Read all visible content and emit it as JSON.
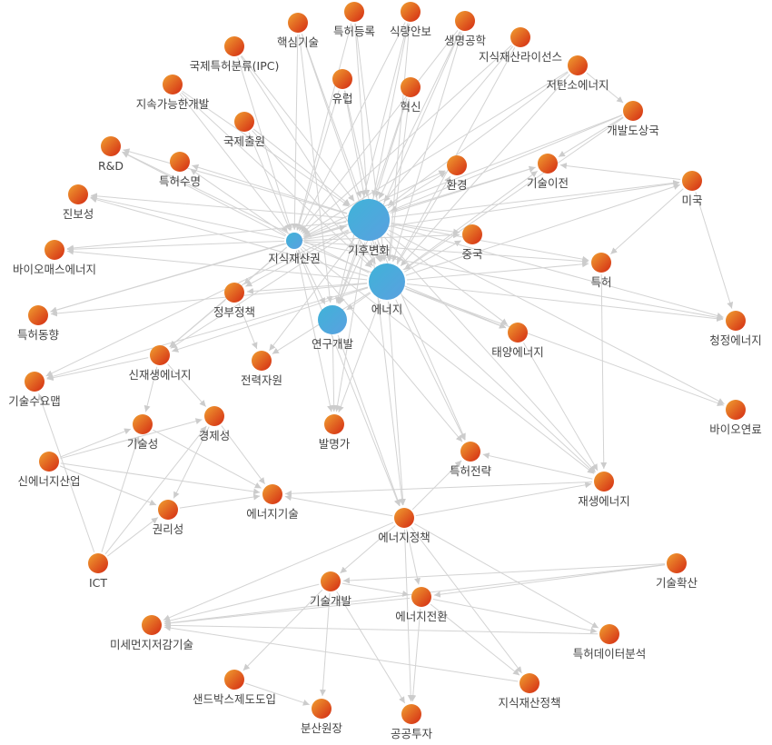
{
  "colors": {
    "node_gradient_start": "#f0a030",
    "node_gradient_end": "#d42a14",
    "hub_gradient_start": "#3fb3d8",
    "hub_gradient_end": "#5aa0e0",
    "edge": "#d3d3d3",
    "label": "#444444"
  },
  "nodes": [
    {
      "id": "climate",
      "label": "기후변화",
      "kind": "hub"
    },
    {
      "id": "ip",
      "label": "지식재산권",
      "kind": "hub"
    },
    {
      "id": "energy",
      "label": "에너지",
      "kind": "hub"
    },
    {
      "id": "rnd_research",
      "label": "연구개발",
      "kind": "hub"
    },
    {
      "id": "core_tech",
      "label": "핵심기술",
      "kind": "node"
    },
    {
      "id": "patent_reg",
      "label": "특허등록",
      "kind": "node"
    },
    {
      "id": "food_sec",
      "label": "식량안보",
      "kind": "node"
    },
    {
      "id": "biotech",
      "label": "생명공학",
      "kind": "node"
    },
    {
      "id": "ip_license",
      "label": "지식재산라이선스",
      "kind": "node"
    },
    {
      "id": "ipc",
      "label": "국제특허분류(IPC)",
      "kind": "node"
    },
    {
      "id": "low_carbon",
      "label": "저탄소에너지",
      "kind": "node"
    },
    {
      "id": "europe",
      "label": "유럽",
      "kind": "node"
    },
    {
      "id": "innovation",
      "label": "혁신",
      "kind": "node"
    },
    {
      "id": "sustainable",
      "label": "지속가능한개발",
      "kind": "node"
    },
    {
      "id": "developing",
      "label": "개발도상국",
      "kind": "node"
    },
    {
      "id": "intl_filing",
      "label": "국제출원",
      "kind": "node"
    },
    {
      "id": "rnd",
      "label": "R&D",
      "kind": "node"
    },
    {
      "id": "patent_name",
      "label": "특허수명",
      "kind": "node"
    },
    {
      "id": "environment",
      "label": "환경",
      "kind": "node"
    },
    {
      "id": "tech_transfer",
      "label": "기술이전",
      "kind": "node"
    },
    {
      "id": "usa",
      "label": "미국",
      "kind": "node"
    },
    {
      "id": "progress",
      "label": "진보성",
      "kind": "node"
    },
    {
      "id": "china",
      "label": "중국",
      "kind": "node"
    },
    {
      "id": "biomass",
      "label": "바이오매스에너지",
      "kind": "node"
    },
    {
      "id": "patent",
      "label": "특허",
      "kind": "node"
    },
    {
      "id": "gov_policy",
      "label": "정부정책",
      "kind": "node"
    },
    {
      "id": "clean_energy",
      "label": "청정에너지",
      "kind": "node"
    },
    {
      "id": "patent_trend",
      "label": "특허동향",
      "kind": "node"
    },
    {
      "id": "solar",
      "label": "태양에너지",
      "kind": "node"
    },
    {
      "id": "new_renew",
      "label": "신재생에너지",
      "kind": "node"
    },
    {
      "id": "power_res",
      "label": "전력자원",
      "kind": "node"
    },
    {
      "id": "tech_map",
      "label": "기술수요맵",
      "kind": "node"
    },
    {
      "id": "bio_fuel",
      "label": "바이오연료",
      "kind": "node"
    },
    {
      "id": "inventor",
      "label": "발명가",
      "kind": "node"
    },
    {
      "id": "technicality",
      "label": "기술성",
      "kind": "node"
    },
    {
      "id": "economy",
      "label": "경제성",
      "kind": "node"
    },
    {
      "id": "patent_strategy",
      "label": "특허전략",
      "kind": "node"
    },
    {
      "id": "new_energy_ind",
      "label": "신에너지산업",
      "kind": "node"
    },
    {
      "id": "renewable",
      "label": "재생에너지",
      "kind": "node"
    },
    {
      "id": "energy_tech",
      "label": "에너지기술",
      "kind": "node"
    },
    {
      "id": "rights",
      "label": "권리성",
      "kind": "node"
    },
    {
      "id": "energy_policy",
      "label": "에너지정책",
      "kind": "node"
    },
    {
      "id": "ict",
      "label": "ICT",
      "kind": "node"
    },
    {
      "id": "tech_spread",
      "label": "기술확산",
      "kind": "node"
    },
    {
      "id": "tech_dev",
      "label": "기술개발",
      "kind": "node"
    },
    {
      "id": "energy_trans",
      "label": "에너지전환",
      "kind": "node"
    },
    {
      "id": "fine_dust",
      "label": "미세먼지저감기술",
      "kind": "node"
    },
    {
      "id": "patent_data",
      "label": "특허데이터분석",
      "kind": "node"
    },
    {
      "id": "sandbox",
      "label": "샌드박스제도도입",
      "kind": "node"
    },
    {
      "id": "ip_policy",
      "label": "지식재산정책",
      "kind": "node"
    },
    {
      "id": "distributed",
      "label": "분산원장",
      "kind": "node"
    },
    {
      "id": "public_inv",
      "label": "공공투자",
      "kind": "node"
    }
  ],
  "edges": [
    [
      "core_tech",
      "climate"
    ],
    [
      "core_tech",
      "ip"
    ],
    [
      "core_tech",
      "energy"
    ],
    [
      "core_tech",
      "rnd_research"
    ],
    [
      "patent_reg",
      "climate"
    ],
    [
      "patent_reg",
      "ip"
    ],
    [
      "patent_reg",
      "energy"
    ],
    [
      "food_sec",
      "climate"
    ],
    [
      "food_sec",
      "ip"
    ],
    [
      "food_sec",
      "energy"
    ],
    [
      "food_sec",
      "rnd_research"
    ],
    [
      "biotech",
      "climate"
    ],
    [
      "biotech",
      "energy"
    ],
    [
      "biotech",
      "rnd_research"
    ],
    [
      "biotech",
      "ip"
    ],
    [
      "ip_license",
      "climate"
    ],
    [
      "ip_license",
      "energy"
    ],
    [
      "ip_license",
      "ip"
    ],
    [
      "ipc",
      "climate"
    ],
    [
      "ipc",
      "ip"
    ],
    [
      "ipc",
      "energy"
    ],
    [
      "low_carbon",
      "climate"
    ],
    [
      "low_carbon",
      "energy"
    ],
    [
      "low_carbon",
      "ip"
    ],
    [
      "europe",
      "climate"
    ],
    [
      "europe",
      "energy"
    ],
    [
      "europe",
      "ip"
    ],
    [
      "innovation",
      "climate"
    ],
    [
      "innovation",
      "energy"
    ],
    [
      "innovation",
      "rnd_research"
    ],
    [
      "sustainable",
      "climate"
    ],
    [
      "sustainable",
      "ip"
    ],
    [
      "sustainable",
      "energy"
    ],
    [
      "developing",
      "climate"
    ],
    [
      "developing",
      "energy"
    ],
    [
      "developing",
      "ip"
    ],
    [
      "intl_filing",
      "climate"
    ],
    [
      "intl_filing",
      "ip"
    ],
    [
      "intl_filing",
      "energy"
    ],
    [
      "climate",
      "rnd"
    ],
    [
      "ip",
      "rnd"
    ],
    [
      "energy",
      "rnd"
    ],
    [
      "climate",
      "patent_name"
    ],
    [
      "ip",
      "patent_name"
    ],
    [
      "climate",
      "environment"
    ],
    [
      "energy",
      "environment"
    ],
    [
      "ip",
      "environment"
    ],
    [
      "climate",
      "tech_transfer"
    ],
    [
      "energy",
      "tech_transfer"
    ],
    [
      "ip",
      "tech_transfer"
    ],
    [
      "climate",
      "usa"
    ],
    [
      "energy",
      "usa"
    ],
    [
      "ip",
      "usa"
    ],
    [
      "climate",
      "progress"
    ],
    [
      "ip",
      "progress"
    ],
    [
      "energy",
      "progress"
    ],
    [
      "climate",
      "china"
    ],
    [
      "energy",
      "china"
    ],
    [
      "ip",
      "china"
    ],
    [
      "climate",
      "biomass"
    ],
    [
      "energy",
      "biomass"
    ],
    [
      "ip",
      "biomass"
    ],
    [
      "climate",
      "patent"
    ],
    [
      "energy",
      "patent"
    ],
    [
      "ip",
      "patent"
    ],
    [
      "climate",
      "gov_policy"
    ],
    [
      "energy",
      "gov_policy"
    ],
    [
      "ip",
      "gov_policy"
    ],
    [
      "climate",
      "clean_energy"
    ],
    [
      "energy",
      "clean_energy"
    ],
    [
      "ip",
      "clean_energy"
    ],
    [
      "climate",
      "patent_trend"
    ],
    [
      "energy",
      "patent_trend"
    ],
    [
      "ip",
      "patent_trend"
    ],
    [
      "climate",
      "solar"
    ],
    [
      "energy",
      "solar"
    ],
    [
      "ip",
      "solar"
    ],
    [
      "climate",
      "new_renew"
    ],
    [
      "energy",
      "new_renew"
    ],
    [
      "ip",
      "new_renew"
    ],
    [
      "climate",
      "power_res"
    ],
    [
      "energy",
      "power_res"
    ],
    [
      "climate",
      "tech_map"
    ],
    [
      "energy",
      "tech_map"
    ],
    [
      "climate",
      "bio_fuel"
    ],
    [
      "energy",
      "bio_fuel"
    ],
    [
      "climate",
      "inventor"
    ],
    [
      "energy",
      "inventor"
    ],
    [
      "ip",
      "inventor"
    ],
    [
      "rnd_research",
      "inventor"
    ],
    [
      "climate",
      "patent_strategy"
    ],
    [
      "energy",
      "patent_strategy"
    ],
    [
      "ip",
      "patent_strategy"
    ],
    [
      "climate",
      "renewable"
    ],
    [
      "energy",
      "renewable"
    ],
    [
      "ip",
      "renewable"
    ],
    [
      "climate",
      "energy_policy"
    ],
    [
      "energy",
      "energy_policy"
    ],
    [
      "ip",
      "energy_policy"
    ],
    [
      "rnd_research",
      "energy_policy"
    ],
    [
      "climate",
      "rnd_research"
    ],
    [
      "ip",
      "rnd_research"
    ],
    [
      "energy",
      "rnd_research"
    ],
    [
      "climate",
      "energy"
    ],
    [
      "ip",
      "climate"
    ],
    [
      "gov_policy",
      "new_renew"
    ],
    [
      "gov_policy",
      "power_res"
    ],
    [
      "new_renew",
      "tech_map"
    ],
    [
      "new_renew",
      "technicality"
    ],
    [
      "new_renew",
      "economy"
    ],
    [
      "new_energy_ind",
      "technicality"
    ],
    [
      "new_energy_ind",
      "economy"
    ],
    [
      "new_energy_ind",
      "rights"
    ],
    [
      "new_energy_ind",
      "energy_tech"
    ],
    [
      "ict",
      "technicality"
    ],
    [
      "ict",
      "economy"
    ],
    [
      "ict",
      "rights"
    ],
    [
      "ict",
      "tech_map"
    ],
    [
      "economy",
      "rights"
    ],
    [
      "economy",
      "energy_tech"
    ],
    [
      "technicality",
      "energy_tech"
    ],
    [
      "rights",
      "energy_tech"
    ],
    [
      "energy_policy",
      "energy_tech"
    ],
    [
      "energy_policy",
      "renewable"
    ],
    [
      "energy_policy",
      "patent_strategy"
    ],
    [
      "energy_policy",
      "tech_dev"
    ],
    [
      "energy_policy",
      "energy_trans"
    ],
    [
      "energy_policy",
      "fine_dust"
    ],
    [
      "energy_policy",
      "public_inv"
    ],
    [
      "energy_policy",
      "patent_data"
    ],
    [
      "energy_policy",
      "ip_policy"
    ],
    [
      "tech_spread",
      "tech_dev"
    ],
    [
      "tech_spread",
      "energy_trans"
    ],
    [
      "tech_spread",
      "fine_dust"
    ],
    [
      "tech_dev",
      "energy_trans"
    ],
    [
      "tech_dev",
      "fine_dust"
    ],
    [
      "tech_dev",
      "public_inv"
    ],
    [
      "tech_dev",
      "distributed"
    ],
    [
      "tech_dev",
      "sandbox"
    ],
    [
      "energy_trans",
      "patent_data"
    ],
    [
      "energy_trans",
      "public_inv"
    ],
    [
      "energy_trans",
      "ip_policy"
    ],
    [
      "energy_trans",
      "fine_dust"
    ],
    [
      "patent_data",
      "fine_dust"
    ],
    [
      "ip_policy",
      "fine_dust"
    ],
    [
      "sandbox",
      "distributed"
    ],
    [
      "renewable",
      "patent_strategy"
    ],
    [
      "renewable",
      "energy_tech"
    ],
    [
      "usa",
      "patent"
    ],
    [
      "usa",
      "clean_energy"
    ],
    [
      "usa",
      "tech_transfer"
    ],
    [
      "developing",
      "tech_transfer"
    ],
    [
      "low_carbon",
      "developing"
    ],
    [
      "patent",
      "renewable"
    ],
    [
      "solar",
      "renewable"
    ]
  ]
}
